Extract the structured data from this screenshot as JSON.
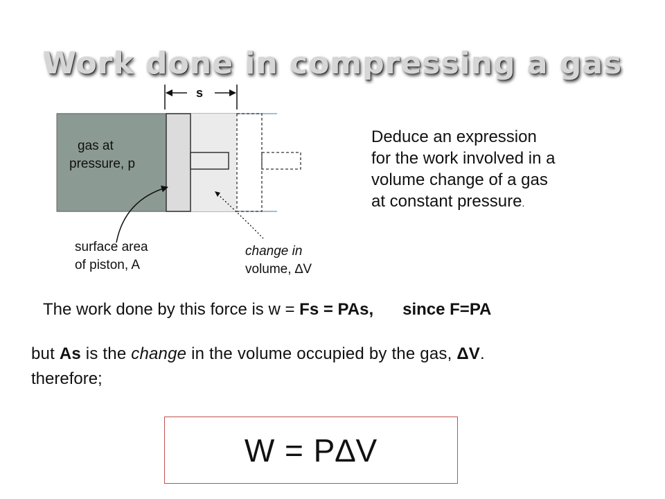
{
  "slide": {
    "title": "Work done in compressing a gas",
    "diagram": {
      "s_label": "s",
      "gas_label_line1": "gas at",
      "gas_label_line2": "pressure, p",
      "area_label_line1": "surface area",
      "area_label_line2": "of piston, A",
      "change_label_line1": "change in",
      "change_label_line2": "volume, ∆V"
    },
    "question_lines": [
      "Deduce an expression",
      "for the work involved in a",
      "volume change of a gas",
      "at constant pressure"
    ],
    "question_end": ".",
    "statement1": {
      "prefix": "The work done by this force is w = ",
      "bold_eq": "Fs = PAs,",
      "since": "since F=PA"
    },
    "statement2": {
      "pre": "but ",
      "as": "As",
      "mid1": " is the ",
      "change": "change",
      "mid2": " in the volume occupied by the gas, ",
      "dv": "ΔV",
      "end": "."
    },
    "statement3": "therefore;",
    "formula": "W = P∆V",
    "colors": {
      "gas_fill": "#8c9a94",
      "piston_fill": "#dcdcdc",
      "chamber_fill": "#ebebeb",
      "cylinder_line": "#7fa8cc",
      "formula_border": "#c0504d"
    }
  }
}
